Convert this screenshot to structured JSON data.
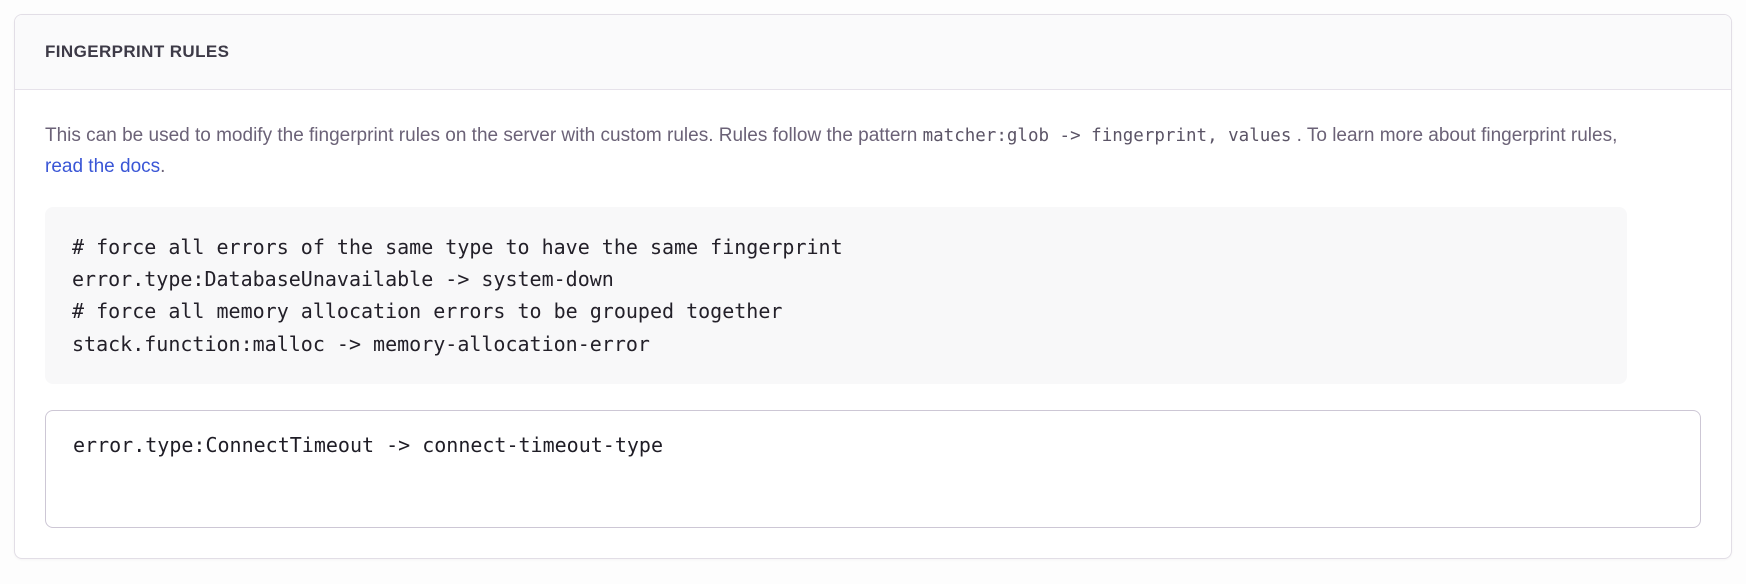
{
  "panel": {
    "title": "FINGERPRINT RULES",
    "description": {
      "part1": "This can be used to modify the fingerprint rules on the server with custom rules. Rules follow the pattern ",
      "pattern_code": "matcher:glob -> fingerprint, values",
      "part2": " . To learn more about fingerprint rules, ",
      "link_text": "read the docs",
      "part3": "."
    },
    "example_code": "# force all errors of the same type to have the same fingerprint\nerror.type:DatabaseUnavailable -> system-down\n# force all memory allocation errors to be grouped together\nstack.function:malloc -> memory-allocation-error",
    "textarea_value": "error.type:ConnectTimeout -> connect-timeout-type"
  },
  "colors": {
    "link": "#3a56d6",
    "panel_border": "#e2dee6",
    "header_background": "#fafafb",
    "example_background": "#f8f8f9",
    "title_text": "#3d3a47",
    "body_text": "#6b6277"
  }
}
